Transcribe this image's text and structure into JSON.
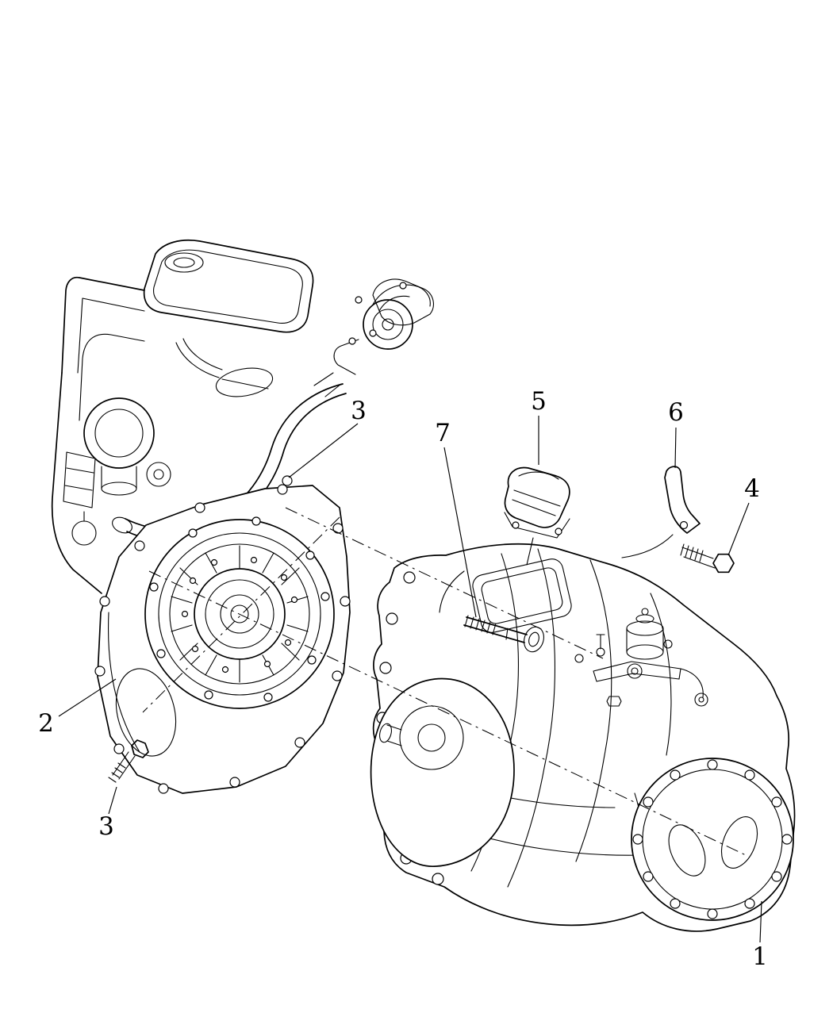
{
  "figure": {
    "colors": {
      "line": "#000000",
      "background": "#ffffff"
    }
  },
  "callouts": [
    {
      "label": "3",
      "part": "engine-to-transaxle-bolt-hole-upper"
    },
    {
      "label": "7",
      "part": "mounting-stud"
    },
    {
      "label": "5",
      "part": "cover"
    },
    {
      "label": "6",
      "part": "bracket"
    },
    {
      "label": "4",
      "part": "hex-bolt"
    },
    {
      "label": "2",
      "part": "adapter-plate"
    },
    {
      "label": "3",
      "part": "engine-to-transaxle-bolt-lower"
    },
    {
      "label": "1",
      "part": "transaxle-assembly"
    }
  ]
}
